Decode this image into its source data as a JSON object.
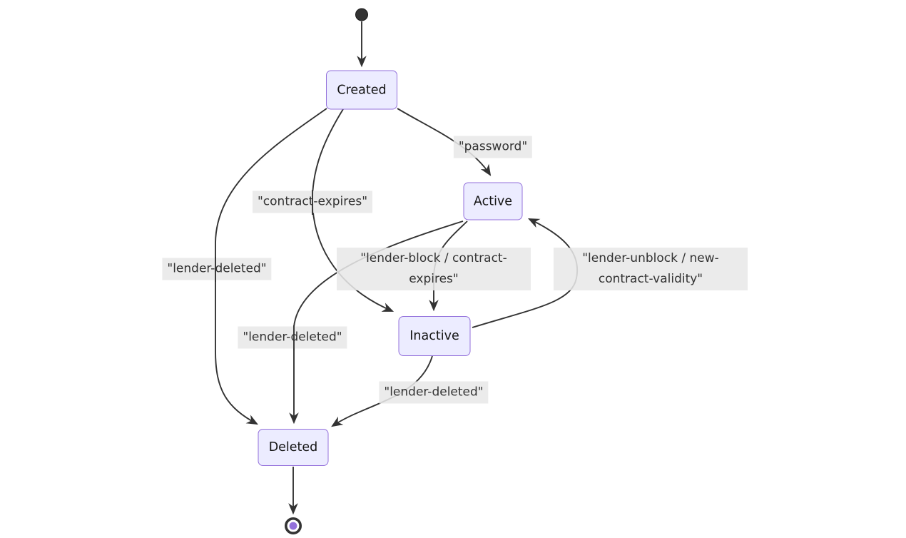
{
  "diagram_type": "state-machine",
  "states": [
    {
      "id": "Created",
      "label": "Created"
    },
    {
      "id": "Active",
      "label": "Active"
    },
    {
      "id": "Inactive",
      "label": "Inactive"
    },
    {
      "id": "Deleted",
      "label": "Deleted"
    }
  ],
  "transitions": [
    {
      "from": "[*]",
      "to": "Created",
      "label": ""
    },
    {
      "from": "Created",
      "to": "Active",
      "label": "\"password\""
    },
    {
      "from": "Created",
      "to": "Inactive",
      "label": "\"contract-expires\""
    },
    {
      "from": "Created",
      "to": "Deleted",
      "label": "\"lender-deleted\""
    },
    {
      "from": "Active",
      "to": "Inactive",
      "label": "\"lender-block / contract-expires\""
    },
    {
      "from": "Inactive",
      "to": "Active",
      "label": "\"lender-unblock / new-contract-validity\""
    },
    {
      "from": "Active",
      "to": "Deleted",
      "label": "\"lender-deleted\""
    },
    {
      "from": "Inactive",
      "to": "Deleted",
      "label": "\"lender-deleted\""
    },
    {
      "from": "Deleted",
      "to": "[*]",
      "label": ""
    }
  ],
  "colors": {
    "node_fill": "#ECECFF",
    "node_border": "#9370DB",
    "edge": "#333333",
    "label_background": "#E8E8E8",
    "label_text": "#333333",
    "initial_dot": "#333333",
    "final_inner_dot": "#9370DB",
    "background": "#FFFFFF"
  }
}
